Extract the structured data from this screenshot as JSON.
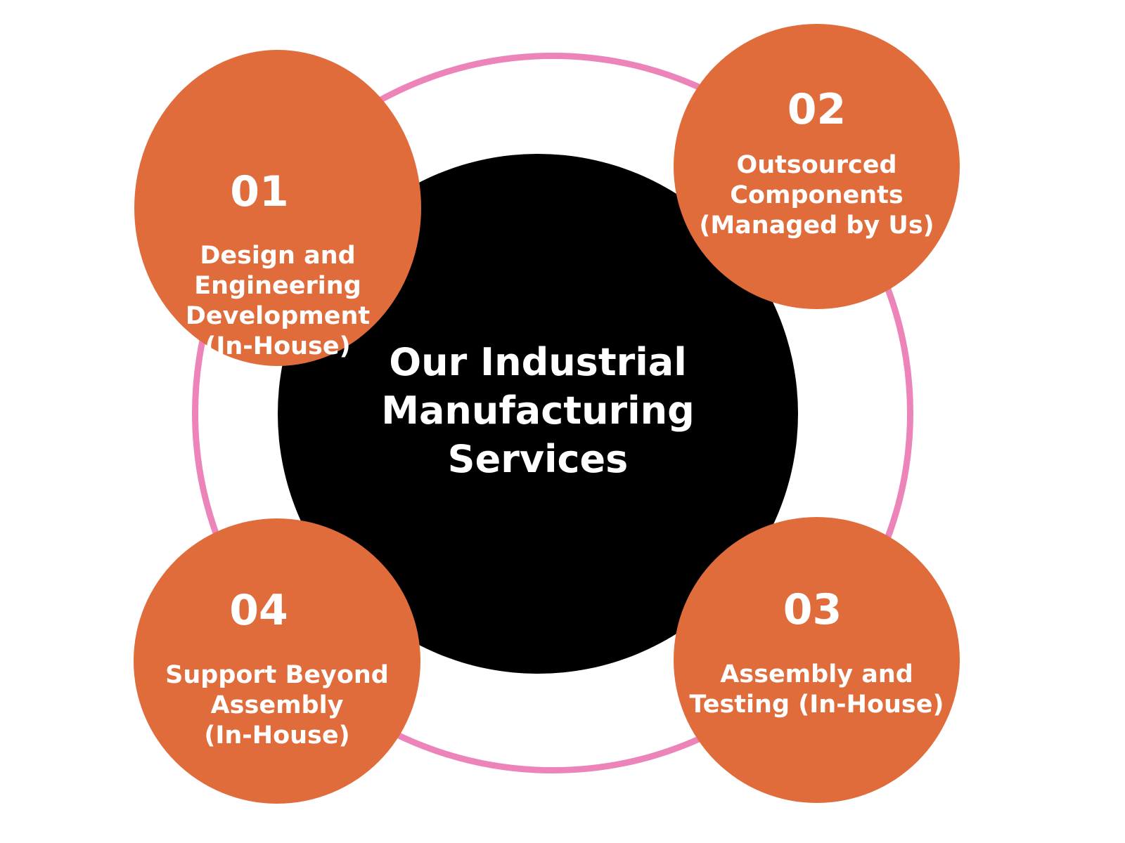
{
  "center": {
    "title_lines": [
      "Our Industrial",
      "Manufacturing",
      "Services"
    ]
  },
  "nodes": [
    {
      "number": "01",
      "label_lines": [
        "Design and",
        "Engineering",
        "Development",
        "(In-House)"
      ]
    },
    {
      "number": "02",
      "label_lines": [
        "Outsourced",
        "Components",
        "(Managed by Us)"
      ]
    },
    {
      "number": "03",
      "label_lines": [
        "Assembly and",
        "Testing (In-House)"
      ]
    },
    {
      "number": "04",
      "label_lines": [
        "Support Beyond",
        "Assembly",
        "(In-House)"
      ]
    }
  ],
  "colors": {
    "ring": "#ec84b9",
    "core": "#000000",
    "node": "#e06c3b",
    "text": "#ffffff",
    "background": "#ffffff"
  }
}
